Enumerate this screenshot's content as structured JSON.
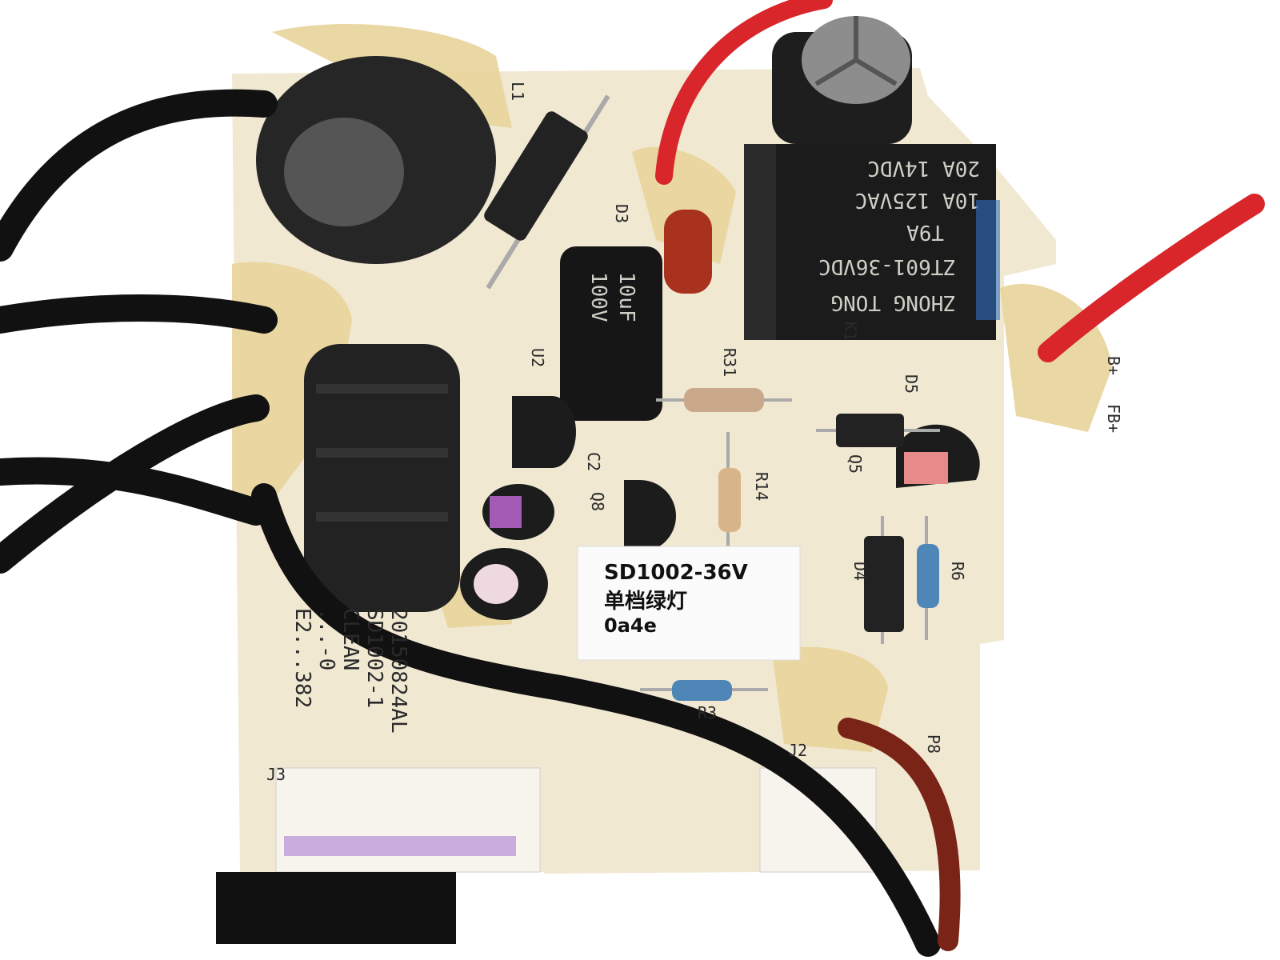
{
  "sticker": {
    "model": "SD1002-36V",
    "description": "单档绿灯",
    "code": "0a4e"
  },
  "relay": {
    "brand": "ZHONG TONG",
    "part": "ZT601-36VDC",
    "rating_type": "T9A",
    "rating_ac": "10A 125VAC",
    "rating_dc": "20A 14VDC"
  },
  "capacitor": {
    "value": "10uF",
    "voltage": "100V"
  },
  "pcb_marking": {
    "line1": "E2...382",
    "line2": "...-0",
    "line3": "CLEAN",
    "line4": "SD1002-1",
    "line5": "20150824AL"
  },
  "silkscreen": [
    "L1",
    "D3",
    "U2",
    "C2",
    "R31",
    "D5",
    "Q5",
    "Q8",
    "R14",
    "R3",
    "D4",
    "R6",
    "K1",
    "J3",
    "J2",
    "P8",
    "FB+",
    "B+"
  ],
  "colors": {
    "pcb": "#f1e8d2",
    "component_black": "#1b1b1b",
    "wire_red": "#d8262b",
    "wire_brown": "#7a2418",
    "glue": "#e8d49a"
  }
}
